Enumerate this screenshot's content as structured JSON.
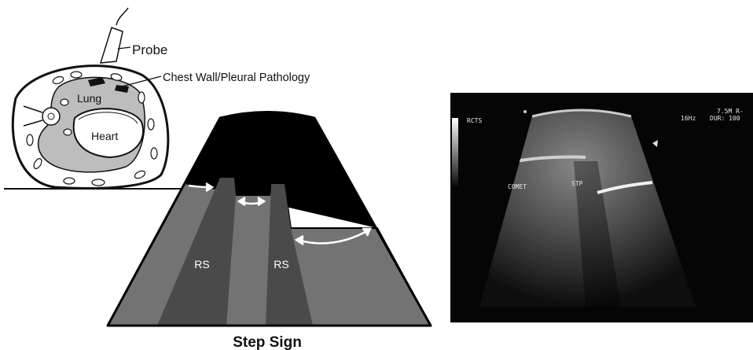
{
  "cross_section": {
    "probe_label": "Probe",
    "pathology_label": "Chest Wall/Pleural Pathology",
    "lung_label": "Lung",
    "heart_label": "Heart"
  },
  "step_sign": {
    "title": "Step Sign",
    "rib_shadow_left": "RS",
    "rib_shadow_right": "RS"
  },
  "ultrasound": {
    "left_marker": "RCTS",
    "readout_line1": "7.5M R-",
    "readout_line2_freq": "16Hz",
    "readout_line2_dur": "DUR: 100",
    "comet_label": "COMET",
    "step_label": "STP"
  }
}
